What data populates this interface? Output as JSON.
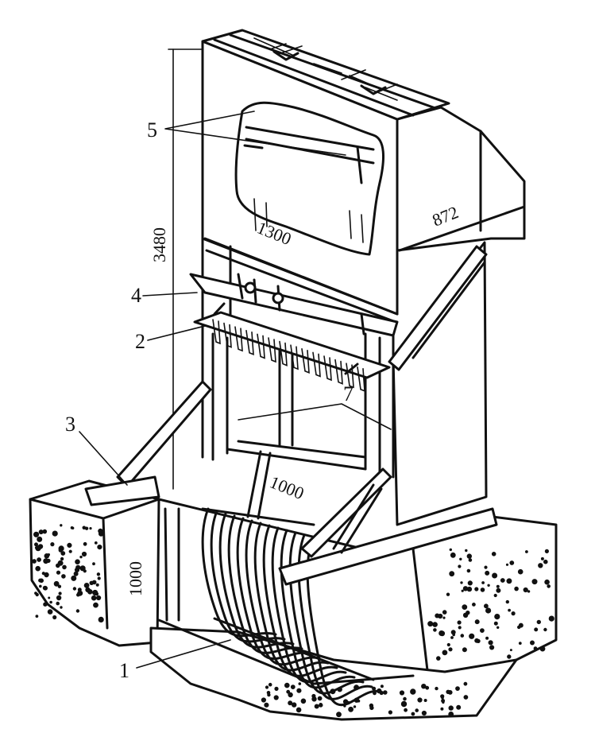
{
  "part_labels": {
    "p1": "1",
    "p2": "2",
    "p3": "3",
    "p4": "4",
    "p5": "5",
    "p7": "7"
  },
  "dimensions": {
    "height": "3480",
    "frame_width": "1300",
    "depth": "872",
    "channel_width": "1000",
    "channel_depth": "1000"
  },
  "colors": {
    "ink": "#111111",
    "paper": "#ffffff"
  }
}
